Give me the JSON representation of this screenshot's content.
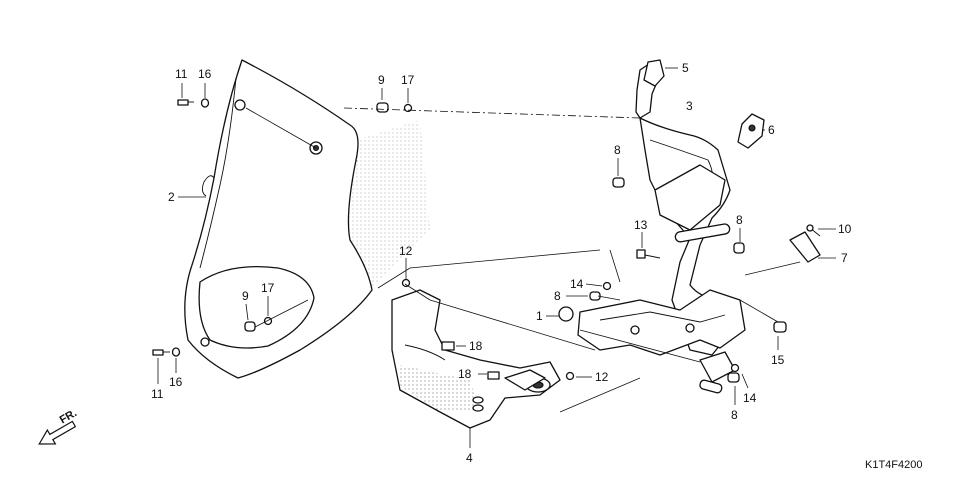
{
  "diagram": {
    "reference_code": "K1T4F4200",
    "front_marker": "FR.",
    "callouts": [
      {
        "id": "c11a",
        "number": "11"
      },
      {
        "id": "c16a",
        "number": "16"
      },
      {
        "id": "c9a",
        "number": "9"
      },
      {
        "id": "c17a",
        "number": "17"
      },
      {
        "id": "c5",
        "number": "5"
      },
      {
        "id": "c3",
        "number": "3"
      },
      {
        "id": "c6",
        "number": "6"
      },
      {
        "id": "c8a",
        "number": "8"
      },
      {
        "id": "c2",
        "number": "2"
      },
      {
        "id": "c13",
        "number": "13"
      },
      {
        "id": "c8b",
        "number": "8"
      },
      {
        "id": "c10",
        "number": "10"
      },
      {
        "id": "c7",
        "number": "7"
      },
      {
        "id": "c12a",
        "number": "12"
      },
      {
        "id": "c14a",
        "number": "14"
      },
      {
        "id": "c8c",
        "number": "8"
      },
      {
        "id": "c9b",
        "number": "9"
      },
      {
        "id": "c17b",
        "number": "17"
      },
      {
        "id": "c1",
        "number": "1"
      },
      {
        "id": "c18a",
        "number": "18"
      },
      {
        "id": "c18b",
        "number": "18"
      },
      {
        "id": "c12b",
        "number": "12"
      },
      {
        "id": "c15",
        "number": "15"
      },
      {
        "id": "c11b",
        "number": "11"
      },
      {
        "id": "c16b",
        "number": "16"
      },
      {
        "id": "c14b",
        "number": "14"
      },
      {
        "id": "c8d",
        "number": "8"
      },
      {
        "id": "c4",
        "number": "4"
      }
    ]
  }
}
